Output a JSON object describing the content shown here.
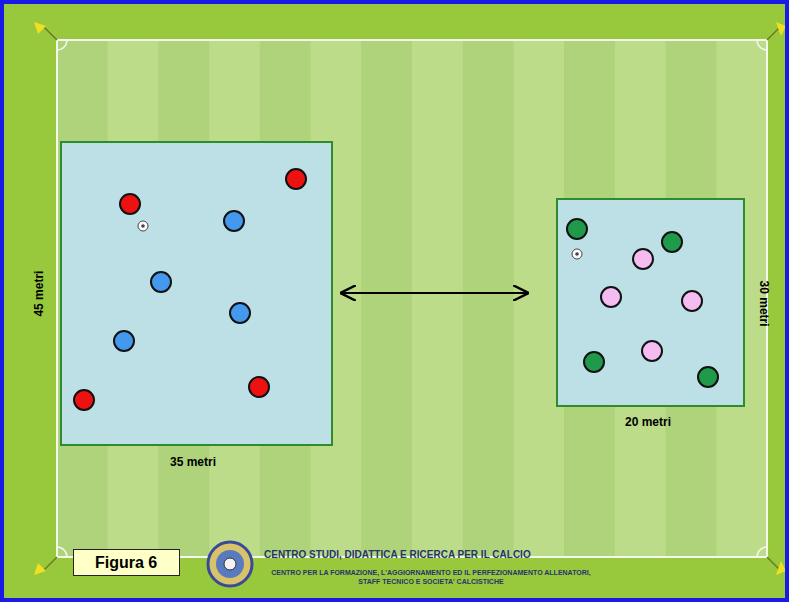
{
  "diagram": {
    "nodes": [
      {
        "text": [
          "45 metri",
          "35 metri"
        ]
      },
      {
        "text": [
          "30 metri",
          "20 metri"
        ]
      },
      {
        "text": [
          "Figura 6"
        ]
      }
    ],
    "edges": [
      {
        "from": 0,
        "to": 1,
        "arrow": "both"
      }
    ],
    "labels": [
      "CENTRO STUDI, DIDATTICA E RICERCA PER IL CALCIO",
      "CENTRO PER LA FORMAZIONE, L'AGGIORNAMENTO ED IL PERFEZIONAMENTO ALLENATORI, STAFF TECNICO E SOCIETA' CALCISTICHE"
    ]
  }
}
